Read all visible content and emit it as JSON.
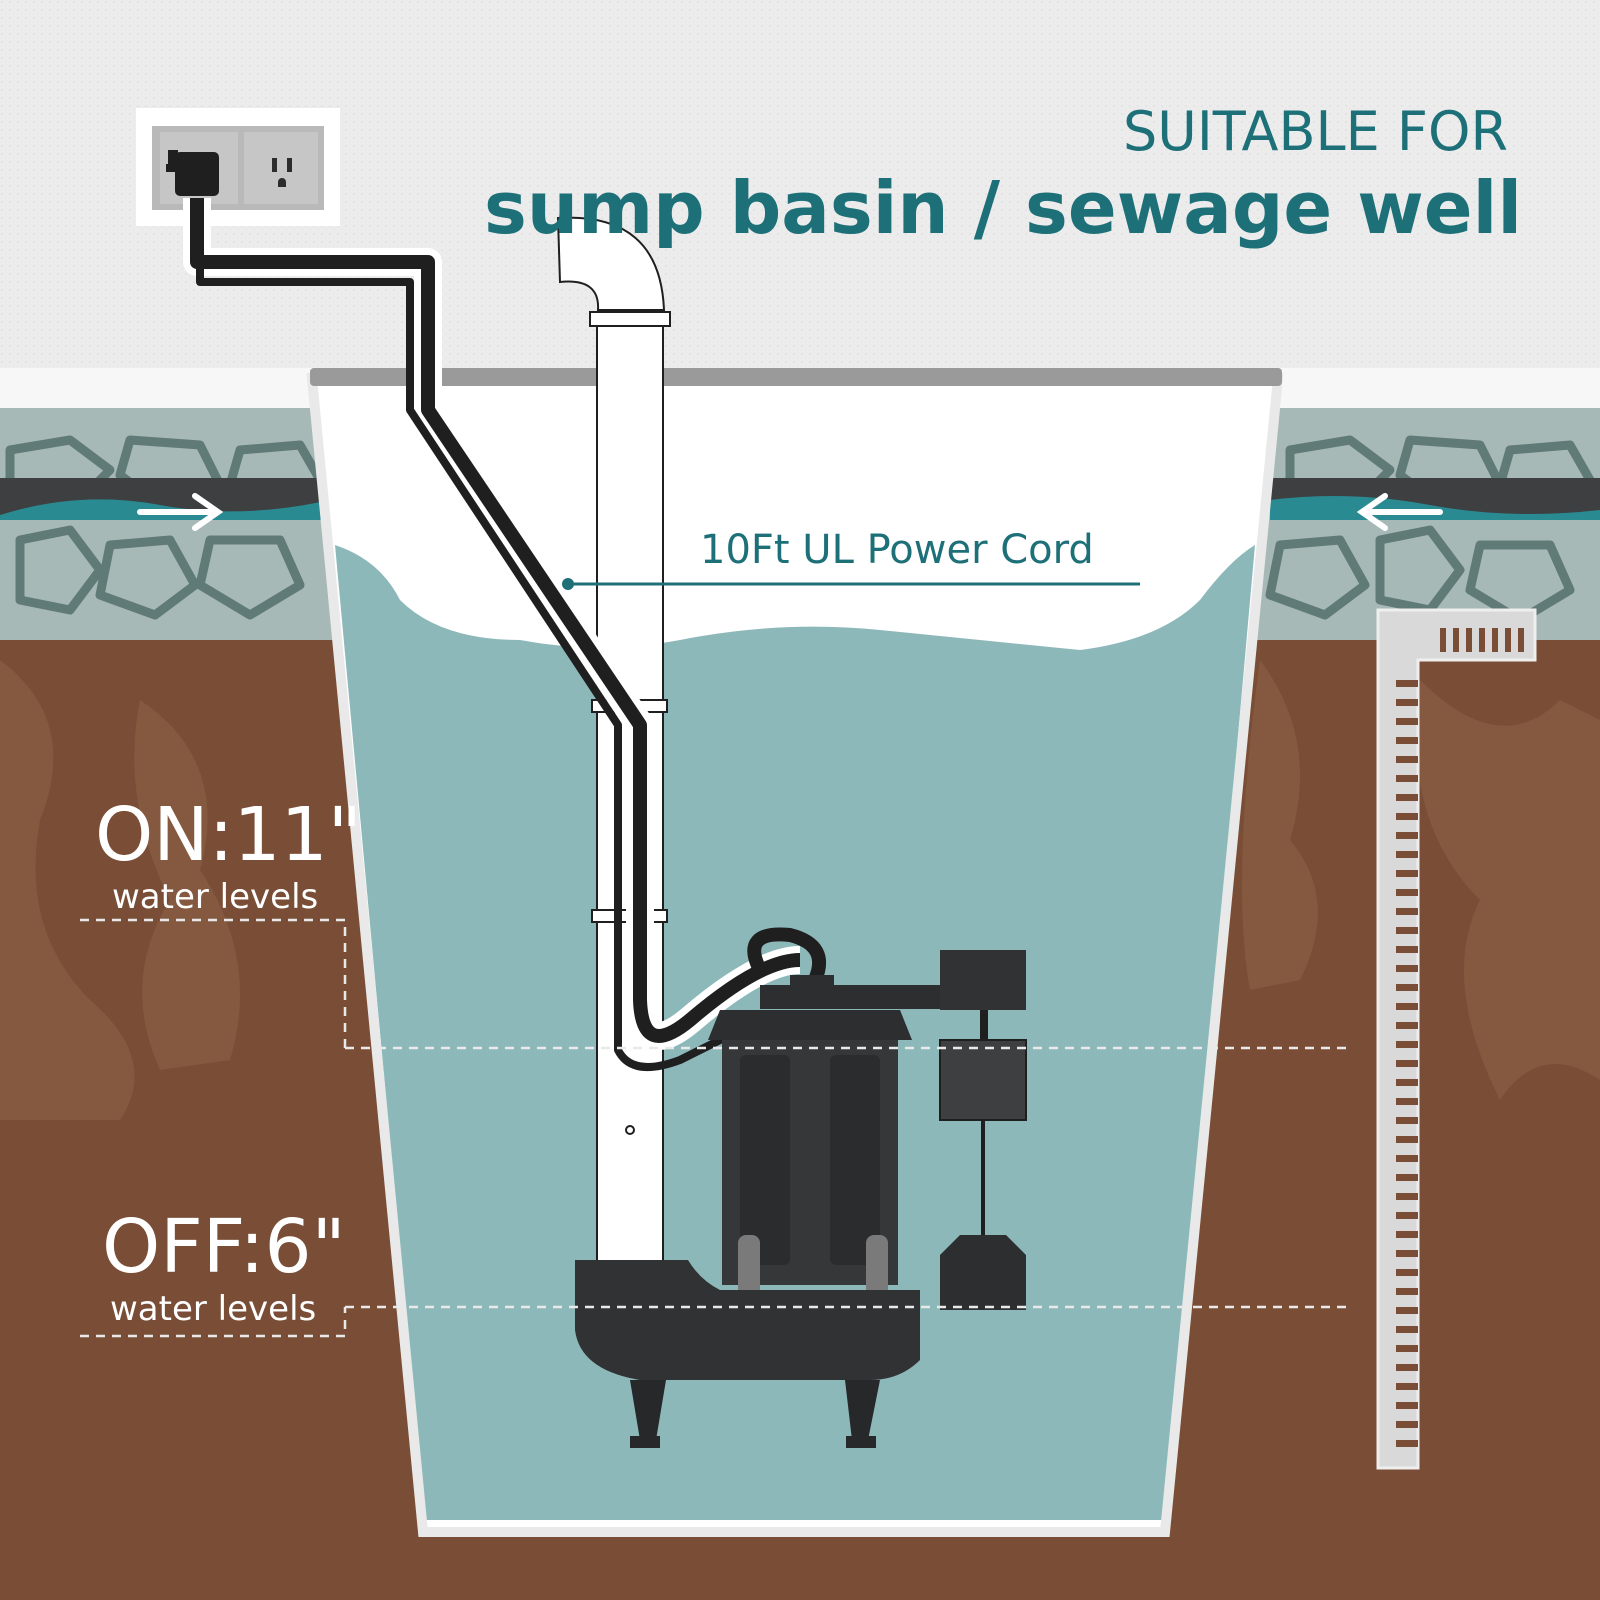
{
  "heading": {
    "line1": "SUITABLE FOR",
    "line2": "sump basin / sewage well"
  },
  "labels": {
    "power_cord": "10Ft UL Power Cord",
    "on_level": "ON:11\"",
    "on_caption": "water levels",
    "off_level": "OFF:6\"",
    "off_caption": "water levels"
  },
  "icons": {
    "outlet": "wall-outlet-icon",
    "plug": "power-plug-icon",
    "inflow_left": "arrow-right-icon",
    "inflow_right": "arrow-left-icon",
    "ruler": "measuring-ruler-icon"
  },
  "colors": {
    "accent": "#1e7078",
    "water": "#8db8ba",
    "soil": "#7a4e36",
    "pump": "#353739",
    "floor": "#ececec"
  }
}
